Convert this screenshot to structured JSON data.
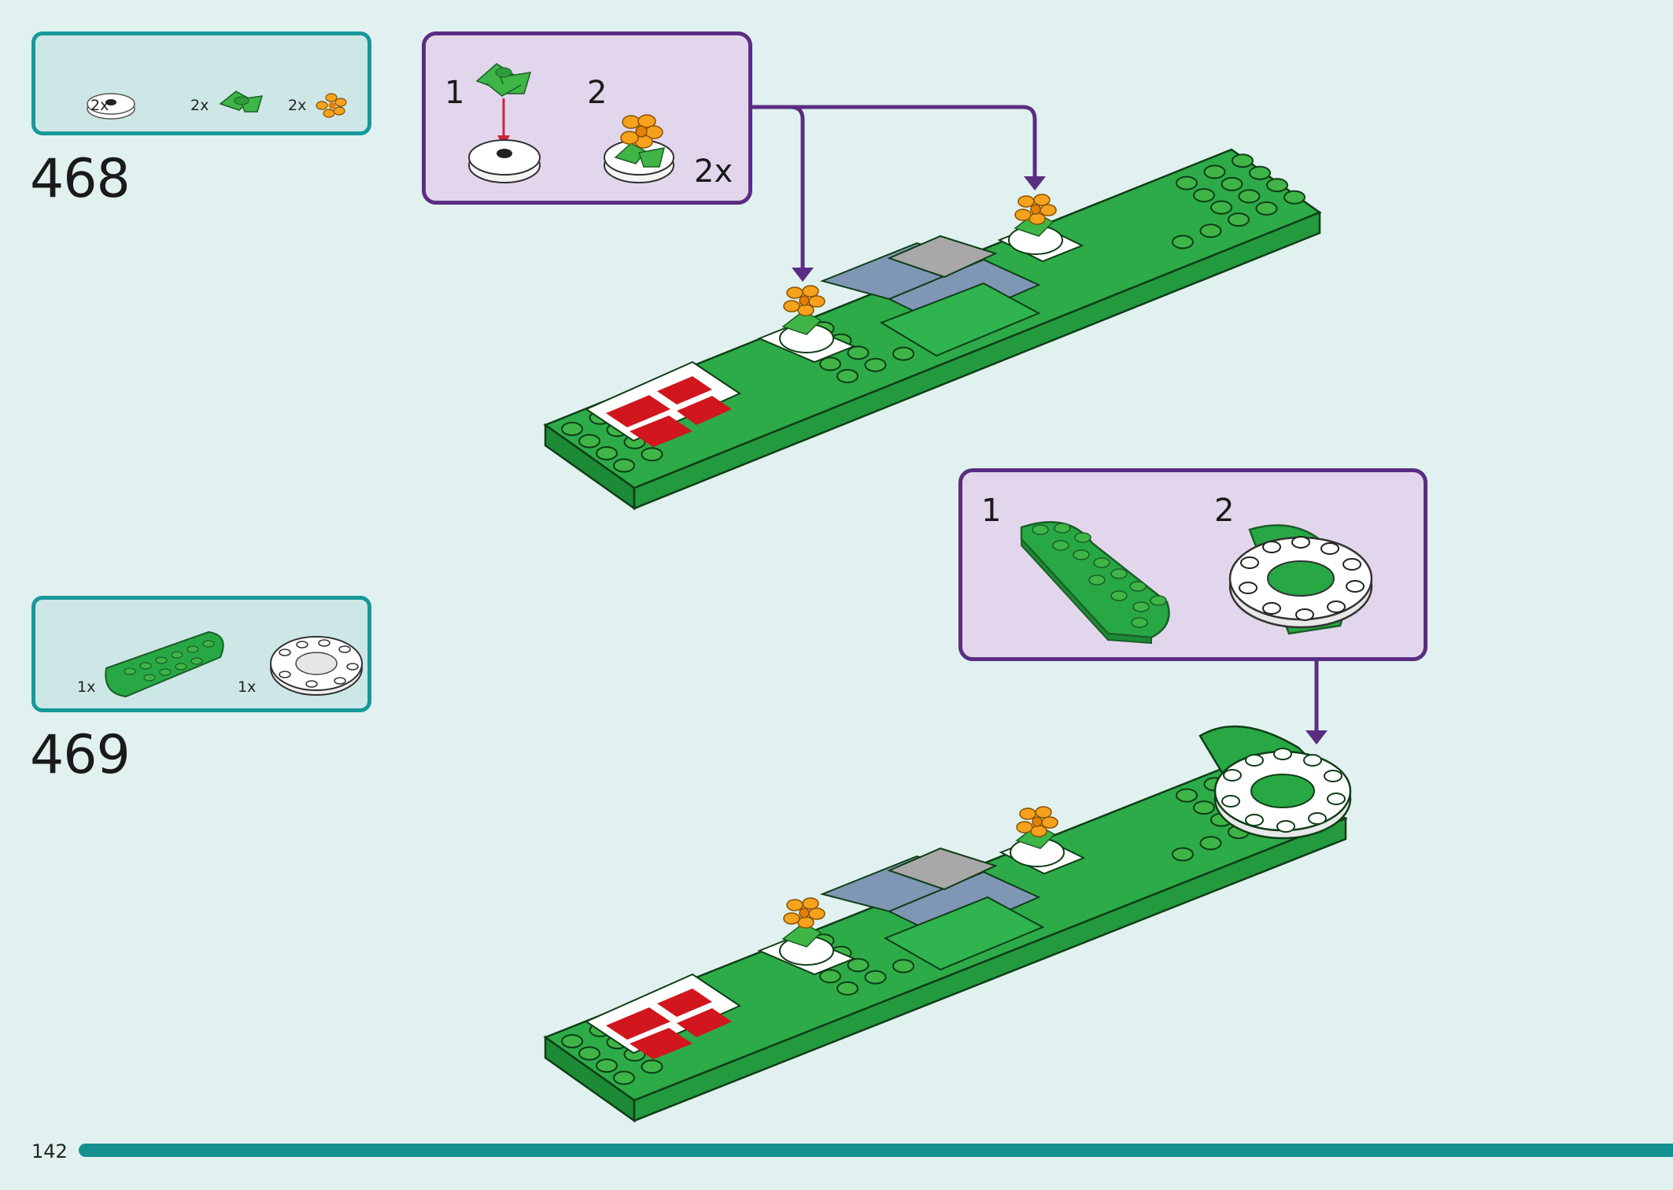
{
  "page_number": "142",
  "steps": [
    {
      "number": "468",
      "parts": [
        {
          "icon": "round-tile-icon",
          "qty": "2x"
        },
        {
          "icon": "leaves-icon",
          "qty": "2x"
        },
        {
          "icon": "flower-icon",
          "qty": "2x"
        }
      ],
      "callout": {
        "substeps": [
          "1",
          "2"
        ],
        "qty": "2x"
      }
    },
    {
      "number": "469",
      "parts": [
        {
          "icon": "curved-plate-icon",
          "qty": "1x"
        },
        {
          "icon": "round-ring-plate-icon",
          "qty": "1x"
        }
      ],
      "callout": {
        "substeps": [
          "1",
          "2"
        ]
      }
    }
  ],
  "colors": {
    "background": "#e0f1ef",
    "parts_box": "#cde7e6",
    "parts_border": "#18989a",
    "callout_bg": "#e2d6ec",
    "callout_border": "#5a2d82",
    "brick_green": "#27a844",
    "brick_red": "#d1161e",
    "flower_orange": "#f7a21d",
    "tile_blue": "#7f96b4",
    "tile_grey": "#a8a8a8"
  }
}
